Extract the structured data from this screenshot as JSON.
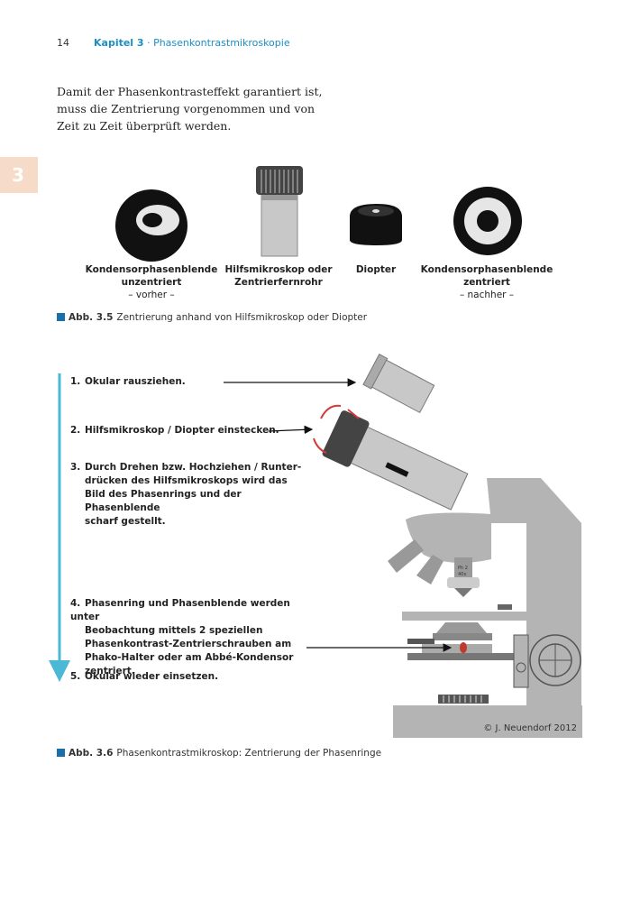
{
  "header": {
    "page_number": "14",
    "chapter_label": "Kapitel 3",
    "separator": " · ",
    "chapter_title": "Phasenkontrastmikroskopie"
  },
  "intro_text": "Damit der Phasenkontrasteffekt garantiert ist, muss die Zentrierung vorgenommen und von Zeit zu Zeit überprüft werden.",
  "chapter_tab": "3",
  "figure_3_5": {
    "items": [
      {
        "bold1": "Kondensorphasenblende",
        "bold2": "unzentriert",
        "note": "– vorher –"
      },
      {
        "bold1": "Hilfsmikroskop oder",
        "bold2": "Zentrierfernrohr",
        "note": ""
      },
      {
        "bold1": "Diopter",
        "bold2": "",
        "note": ""
      },
      {
        "bold1": "Kondensorphasenblende",
        "bold2": "zentriert",
        "note": "– nachher –"
      }
    ],
    "caption_label": "Abb. 3.5",
    "caption_text": "Zentrierung anhand von Hilfsmikroskop oder Diopter"
  },
  "figure_3_6": {
    "steps": [
      {
        "num": "1.",
        "lines": [
          "Okular rausziehen."
        ]
      },
      {
        "num": "2.",
        "lines": [
          "Hilfsmikroskop / Diopter einstecken."
        ]
      },
      {
        "num": "3.",
        "lines": [
          "Durch Drehen bzw. Hochziehen / Runter-",
          "drücken des Hilfsmikroskops wird das",
          "Bild des Phasenrings und der Phasenblende",
          "scharf gestellt."
        ]
      },
      {
        "num": "4.",
        "lines": [
          "Phasenring und Phasenblende werden unter",
          "Beobachtung mittels 2 speziellen",
          "Phasenkontrast-Zentrierschrauben am",
          "Phako-Halter oder am Abbé-Kondensor",
          "zentriert."
        ]
      },
      {
        "num": "5.",
        "lines": [
          "Okular wieder einsetzen."
        ]
      }
    ],
    "objective_label_1": "Ph 2",
    "objective_label_2": "40x",
    "copyright": "© J. Neuendorf 2012",
    "caption_label": "Abb. 3.6",
    "caption_text": "Phasenkontrastmikroskop: Zentrierung der Phasenringe"
  },
  "colors": {
    "accent": "#1a8fc4",
    "caption_square": "#1a6fa8",
    "scale_arrow": "#4bb8d6",
    "microscope_gray": "#b4b4b4",
    "rotate_arrow": "#d23a3a"
  }
}
